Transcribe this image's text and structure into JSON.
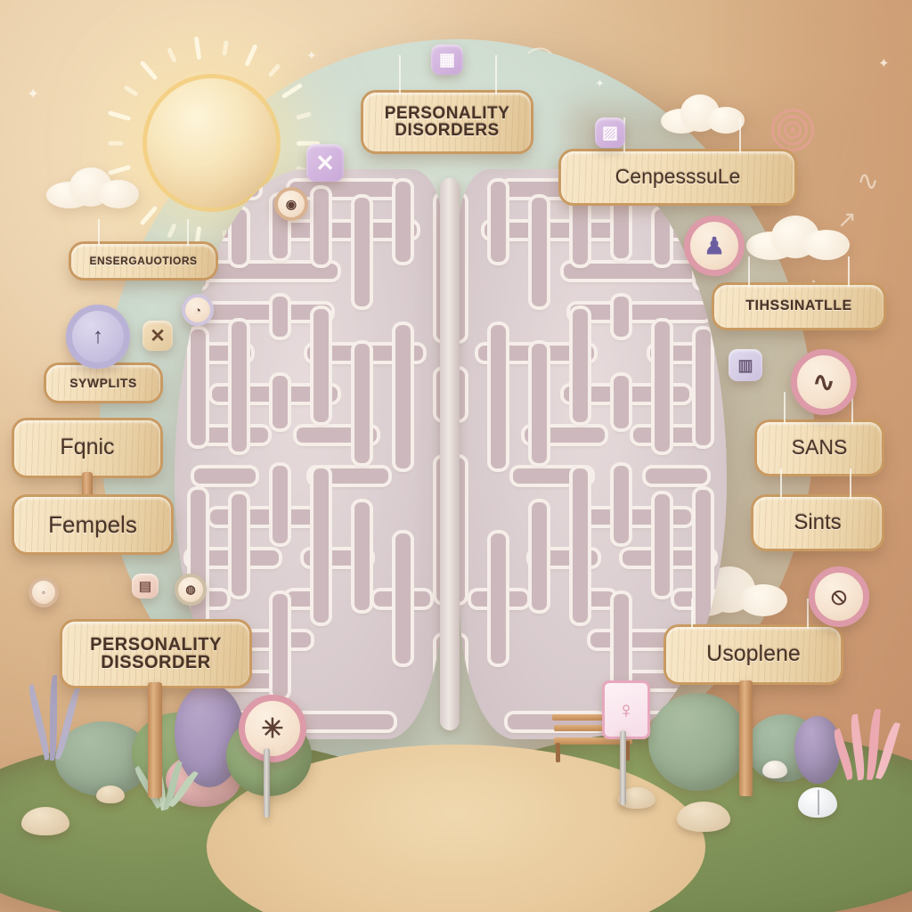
{
  "scene": {
    "title": "Personality Disorders brain-maze illustration",
    "palette": {
      "background_warm": "#ddb98f",
      "mint_backdrop": "#c6d4c6",
      "sign_wood": "#f2dfba",
      "sign_border": "#c99a62",
      "sign_text": "#4a3326",
      "maze_wall": "#cdb9bd",
      "maze_highlight": "#f6eee9",
      "grass": "#7d9057",
      "path_sand": "#e7c99c",
      "badge_pink": "#dd9aa8",
      "badge_purple": "#c9a8d8",
      "sun": "#f3ce7e"
    }
  },
  "signs": {
    "top_center": {
      "line1": "PERSONALITY",
      "line2": "DISORDERS"
    },
    "top_right": {
      "line1": "CenpesssuLe"
    },
    "right_upper": {
      "line1": "TIHSSINATLLE"
    },
    "right_mid": {
      "line1": "SANS"
    },
    "right_lower": {
      "line1": "Sints"
    },
    "right_bottom": {
      "line1": "Usoplene"
    },
    "left_upper": {
      "line1": "ENSERGAUOTIORS"
    },
    "left_small": {
      "line1": "SYWPLITS"
    },
    "left_mid": {
      "line1": "Fqnic"
    },
    "left_lower": {
      "line1": "Fempels"
    },
    "left_bottom": {
      "line1": "PERSONALITY",
      "line2": "DISSORDER"
    }
  },
  "badges": {
    "x_purple": {
      "glyph": "✕",
      "name": "x-mark"
    },
    "x_small_tan": {
      "glyph": "✕",
      "name": "x-mark"
    },
    "person_pink": {
      "glyph": "♟",
      "name": "person-figure"
    },
    "squiggle_pink": {
      "glyph": "∿",
      "name": "squiggle"
    },
    "asterisk_post": {
      "glyph": "✳",
      "name": "asterisk"
    },
    "clock_purple": {
      "glyph": "↑",
      "name": "clock-pointer"
    },
    "circle_tan": {
      "glyph": "◉",
      "name": "small-circle"
    },
    "poster_pink": {
      "glyph": "♀",
      "name": "figure-poster"
    },
    "prohibit_right": {
      "glyph": "⦸",
      "name": "prohibition"
    },
    "glyph_tile_left": {
      "glyph": "▦",
      "name": "tile"
    },
    "glyph_tile_right": {
      "glyph": "▨",
      "name": "tile"
    }
  },
  "decor": {
    "sun_label": "sun",
    "cloud_count": 4,
    "doodles": [
      "⌇",
      "∿",
      "⌒",
      "↗"
    ]
  }
}
